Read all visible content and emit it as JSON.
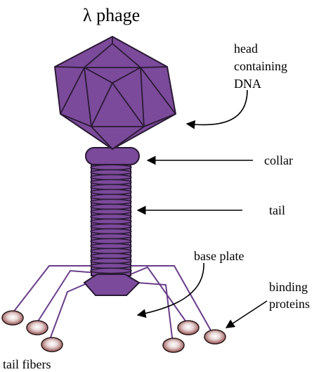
{
  "title": "λ phage",
  "labels": {
    "head_line1": "head",
    "head_line2": "containing",
    "head_line3": "DNA",
    "collar": "collar",
    "tail": "tail",
    "base_plate": "base plate",
    "binding_line1": "binding",
    "binding_line2": "proteins",
    "tail_fibers": "tail fibers"
  },
  "colors": {
    "body": "#7b4a9a",
    "outline": "#2a1a35",
    "fiber": "#6a3d8a",
    "protein": "#8a3a3a",
    "arrow": "#000000"
  }
}
